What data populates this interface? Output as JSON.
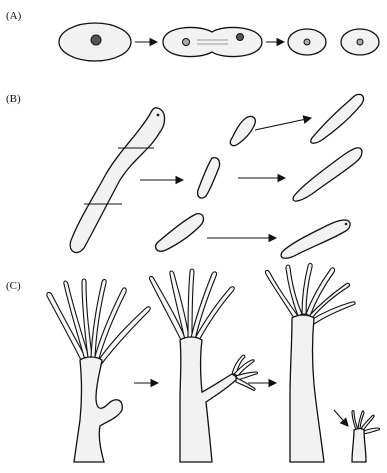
{
  "panels": {
    "a": {
      "label": "(A)"
    },
    "b": {
      "label": "(B)"
    },
    "c": {
      "label": "(C)"
    }
  }
}
